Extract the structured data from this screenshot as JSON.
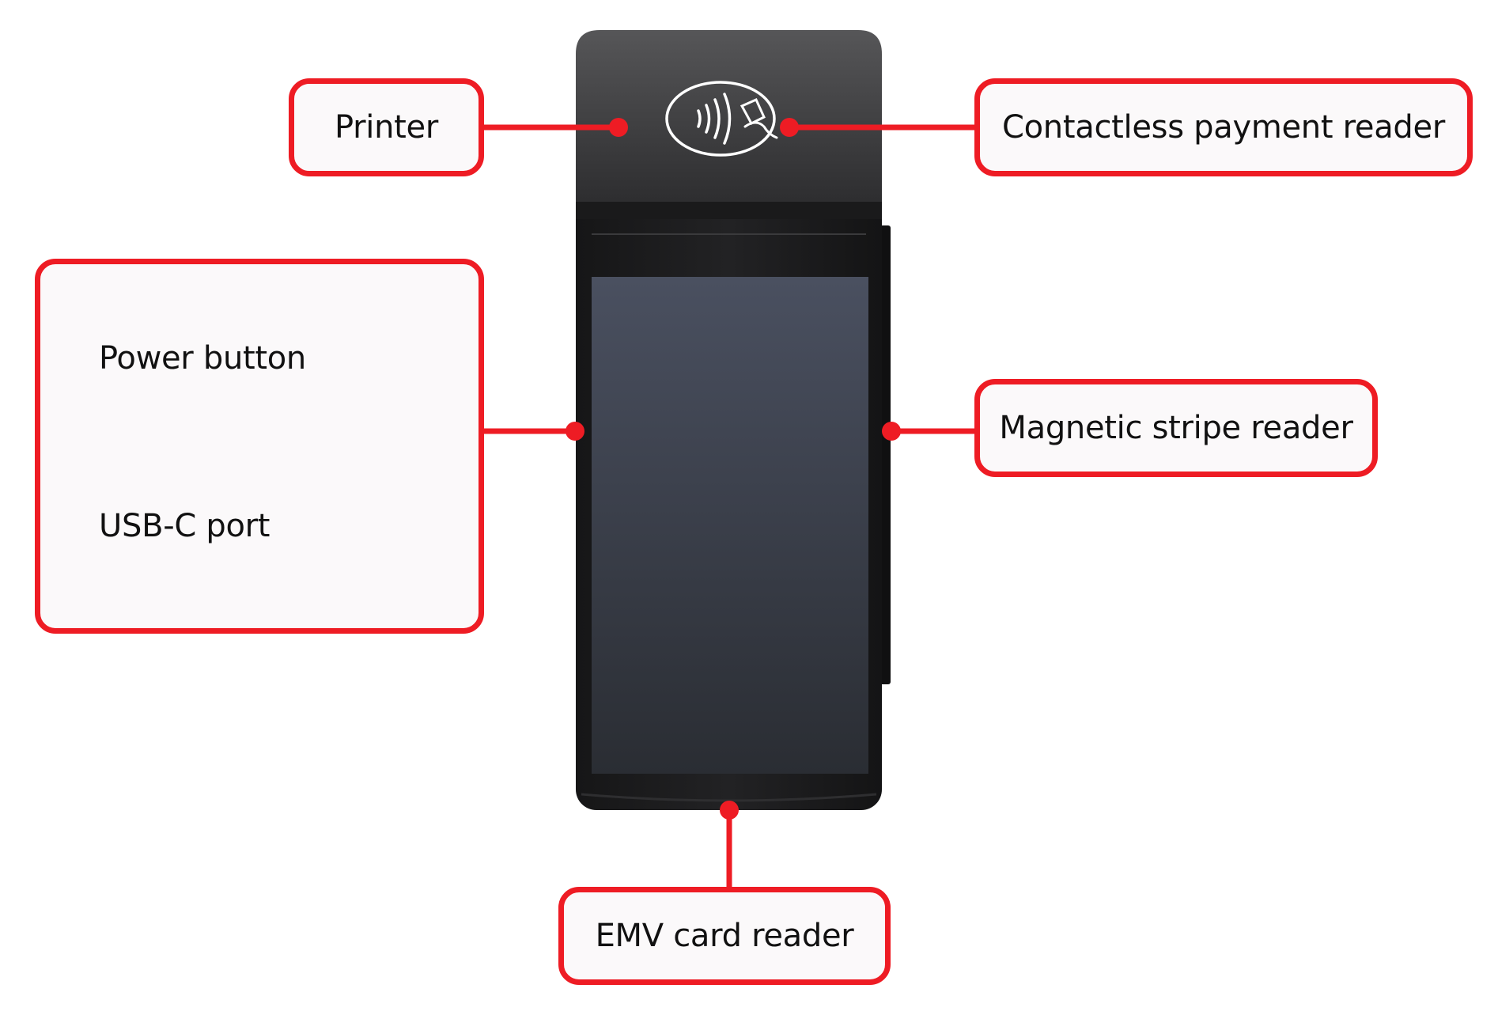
{
  "labels": {
    "printer": "Printer",
    "contactless": "Contactless payment reader",
    "power": "Power button",
    "usb": "USB-C port",
    "magstripe": "Magnetic stripe reader",
    "emv": "EMV card reader"
  },
  "icons": {
    "power": "power-icon",
    "usb": "usb-icon",
    "contactless": "contactless-icon"
  },
  "colors": {
    "accent": "#ee1c24",
    "device": "#1d1d1f",
    "screen_top": "#4a5060",
    "screen_bottom": "#2a2d33"
  }
}
